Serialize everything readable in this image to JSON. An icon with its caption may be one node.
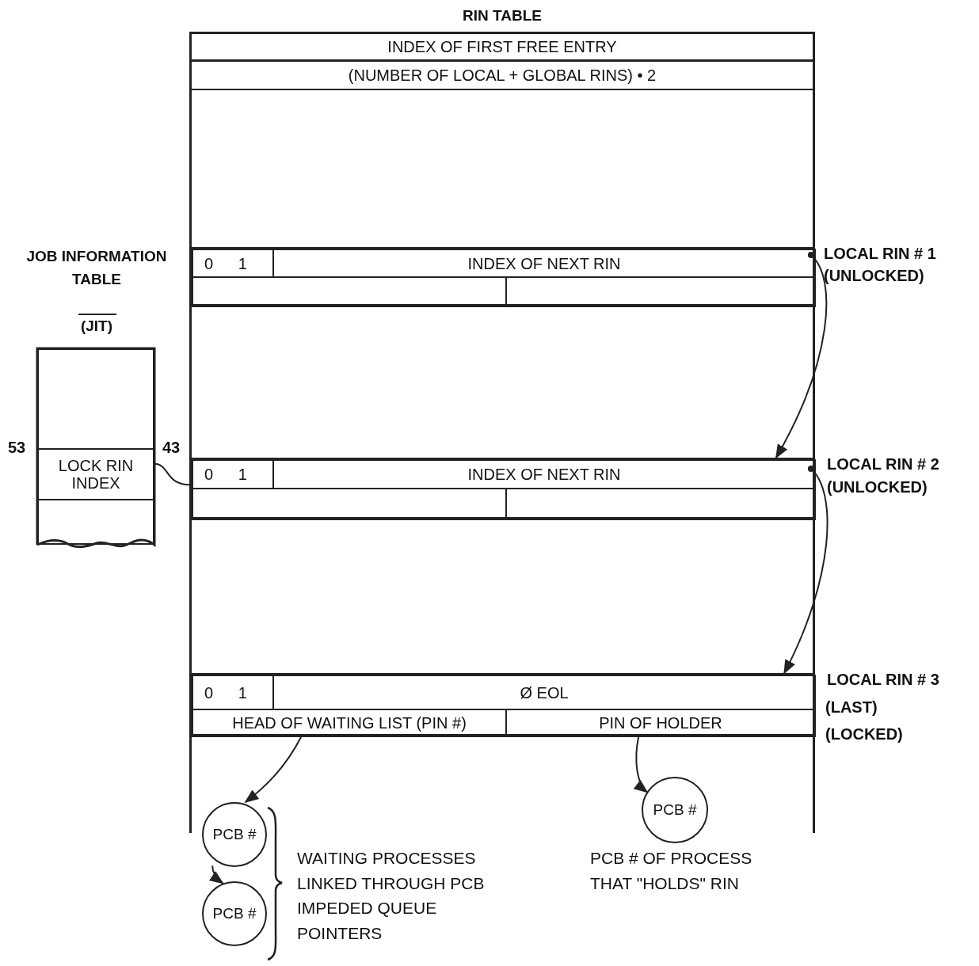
{
  "diagram": {
    "nodes": [
      {
        "text": [
          "RIN TABLE"
        ]
      },
      {
        "text": [
          "INDEX OF FIRST FREE ENTRY"
        ],
        "in": 0
      },
      {
        "text": [
          "(NUMBER OF LOCAL + GLOBAL RINS) • 2"
        ],
        "in": 0
      },
      {
        "text": [],
        "shape": "box",
        "in": 0,
        "beside": [
          "LOCAL RIN # 1",
          "(UNLOCKED)"
        ]
      },
      {
        "text": [
          "0 1"
        ],
        "in": 3
      },
      {
        "text": [
          "INDEX OF NEXT RIN"
        ],
        "in": 3
      },
      {
        "text": [],
        "shape": "box",
        "in": 3
      },
      {
        "text": [],
        "shape": "box",
        "in": 3
      },
      {
        "text": [],
        "shape": "box",
        "in": 0,
        "beside": [
          "LOCAL RIN # 2",
          "(UNLOCKED)"
        ]
      },
      {
        "text": [
          "0 1"
        ],
        "in": 8
      },
      {
        "text": [
          "INDEX OF NEXT RIN"
        ],
        "in": 8
      },
      {
        "text": [],
        "shape": "box",
        "in": 8
      },
      {
        "text": [],
        "shape": "box",
        "in": 8
      },
      {
        "text": [],
        "shape": "box",
        "in": 0,
        "beside": [
          "LOCAL RIN # 3",
          "(LAST)",
          "(LOCKED)"
        ]
      },
      {
        "text": [
          "0 1"
        ],
        "in": 13
      },
      {
        "text": [
          "Ø EOL"
        ],
        "in": 13
      },
      {
        "text": [
          "HEAD OF WAITING LIST (PIN #)"
        ],
        "in": 13
      },
      {
        "text": [
          "PIN OF HOLDER"
        ],
        "in": 13
      },
      {
        "text": [
          "JOB INFORMATION TABLE",
          "(JIT)"
        ]
      },
      {
        "text": [],
        "shape": "box",
        "in": 18
      },
      {
        "text": [
          "LOCK RIN INDEX"
        ],
        "in": 18
      },
      {
        "text": [],
        "shape": "box",
        "in": 18
      },
      {
        "text": [
          "PCB #"
        ]
      },
      {
        "text": [
          "PCB #"
        ]
      },
      {
        "text": [
          "PCB #"
        ],
        "beside": [
          "PCB # OF PROCESS THAT \"HOLDS\" RIN"
        ]
      }
    ],
    "edges": [
      {
        "from": 5,
        "to": 8,
        "arrow": "to"
      },
      {
        "from": 20,
        "to": 9,
        "arrow": "none"
      },
      {
        "from": 10,
        "to": 13,
        "arrow": "to"
      },
      {
        "from": 16,
        "to": 22,
        "arrow": "to"
      },
      {
        "from": 22,
        "to": 23,
        "arrow": "to"
      },
      {
        "from": 17,
        "to": 24,
        "arrow": "to"
      }
    ],
    "labels": [
      "53",
      "43",
      "WAITING PROCESSES LINKED THROUGH PCB IMPEDED QUEUE POINTERS"
    ]
  }
}
